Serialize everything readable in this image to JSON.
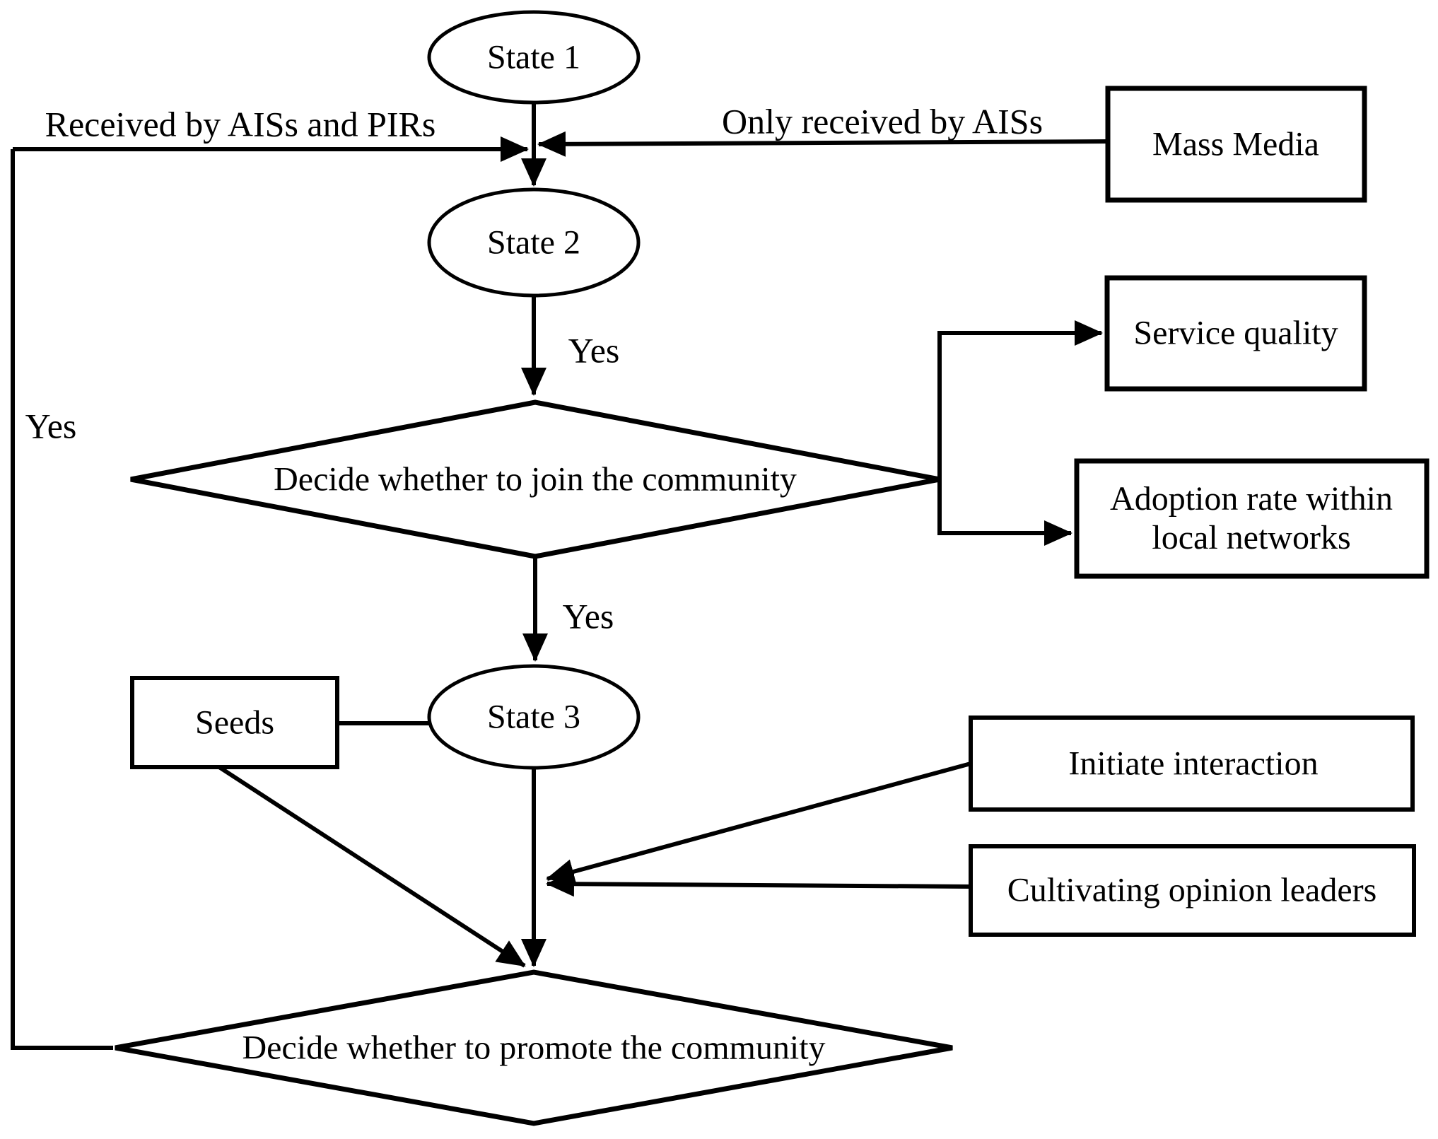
{
  "diagram": {
    "title": "Community joining and promotion state flowchart",
    "nodes": {
      "state1": "State 1",
      "state2": "State 2",
      "state3": "State 3",
      "mass_media": "Mass Media",
      "service_quality": "Service quality",
      "adoption_rate_line1": "Adoption rate within",
      "adoption_rate_line2": "local networks",
      "seeds": "Seeds",
      "initiate_interaction": "Initiate interaction",
      "cultivating_opinion_leaders": "Cultivating opinion leaders",
      "decide_join": "Decide whether to join the community",
      "decide_promote": "Decide whether to promote the community"
    },
    "edge_labels": {
      "received_by_aiss_and_pirs": "Received by AISs and PIRs",
      "only_received_by_aiss": "Only received by AISs",
      "yes_promote_loop": "Yes",
      "yes_state2_to_join": "Yes",
      "yes_join_to_state3": "Yes"
    },
    "colors": {
      "line": "#000000",
      "background": "#ffffff",
      "text": "#000000"
    }
  }
}
